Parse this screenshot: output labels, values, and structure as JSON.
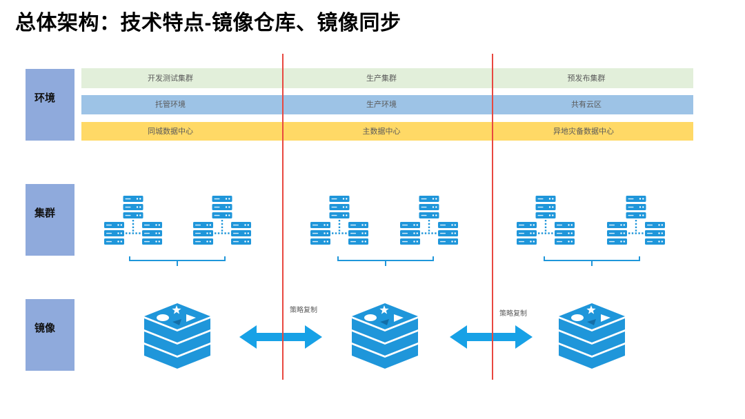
{
  "title": "总体架构：技术特点-镜像仓库、镜像同步",
  "side_labels": [
    "环境",
    "集群",
    "镜像"
  ],
  "environment": {
    "rows": [
      {
        "color": "#E2EFDA",
        "cells": [
          "开发测试集群",
          "生产集群",
          "预发布集群"
        ]
      },
      {
        "color": "#9DC3E6",
        "cells": [
          "托管环境",
          "生产环境",
          "共有云区"
        ]
      },
      {
        "color": "#FFD966",
        "cells": [
          "同城数据中心",
          "主数据中心",
          "异地灾备数据中心"
        ]
      }
    ]
  },
  "clusters": {
    "icon": "server-cluster-icon"
  },
  "registry": {
    "icon": "image-registry-icon"
  },
  "replication": {
    "icon": "double-arrow-icon",
    "labels": [
      "策略复制",
      "策略复制"
    ]
  },
  "colors": {
    "label_box": "#8FAADC",
    "divider": "#E8473F",
    "icon": "#1F96DA",
    "arrow": "#17A1E6"
  }
}
